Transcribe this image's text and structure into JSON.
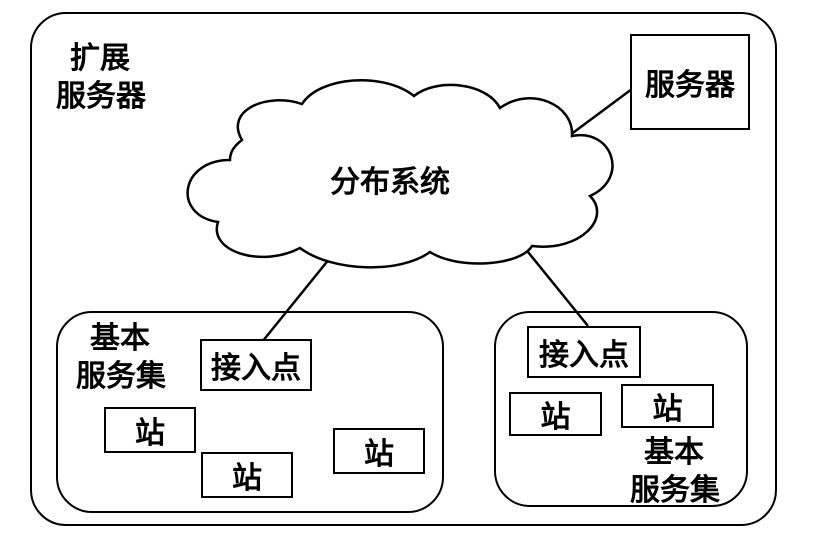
{
  "ess": {
    "label_line1": "扩展",
    "label_line2": "服务器"
  },
  "server": {
    "label": "服务器"
  },
  "cloud": {
    "label": "分布系统"
  },
  "bss_left": {
    "label_line1": "基本",
    "label_line2": "服务集",
    "access_point": "接入点",
    "stations": [
      "站",
      "站",
      "站"
    ]
  },
  "bss_right": {
    "label_line1": "基本",
    "label_line2": "服务集",
    "access_point": "接入点",
    "stations": [
      "站",
      "站"
    ]
  }
}
